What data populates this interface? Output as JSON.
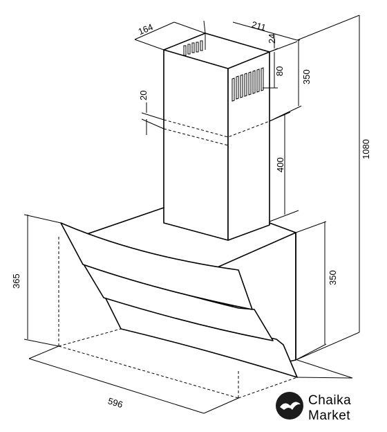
{
  "dimensions": {
    "chimney_depth": "164",
    "chimney_width": "211",
    "vent_top_offset": "24",
    "vent_height": "80",
    "upper_chimney_height": "350",
    "overlap": "20",
    "lower_chimney_height": "400",
    "total_height": "1080",
    "glass_height": "365",
    "body_height": "350",
    "hood_width": "596"
  },
  "brand": {
    "line1": "Chaika",
    "line2": "Market"
  }
}
